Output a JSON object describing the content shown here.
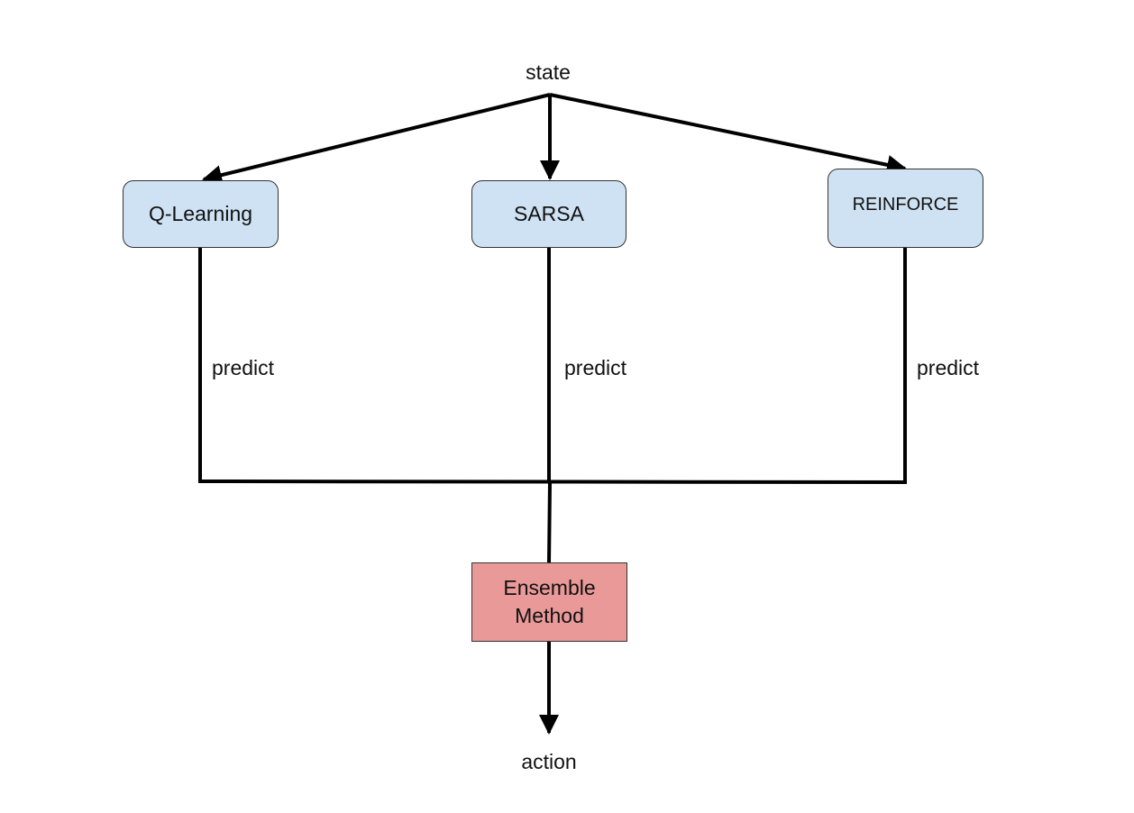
{
  "diagram": {
    "input_label": "state",
    "output_label": "action",
    "models": [
      {
        "label": "Q-Learning",
        "edge_label": "predict"
      },
      {
        "label": "SARSA",
        "edge_label": "predict"
      },
      {
        "label": "REINFORCE",
        "edge_label": "predict"
      }
    ],
    "combiner": {
      "line1": "Ensemble",
      "line2": "Method"
    },
    "colors": {
      "model_fill": "#cfe2f3",
      "combiner_fill": "#ea9999",
      "stroke": "#000000"
    }
  }
}
